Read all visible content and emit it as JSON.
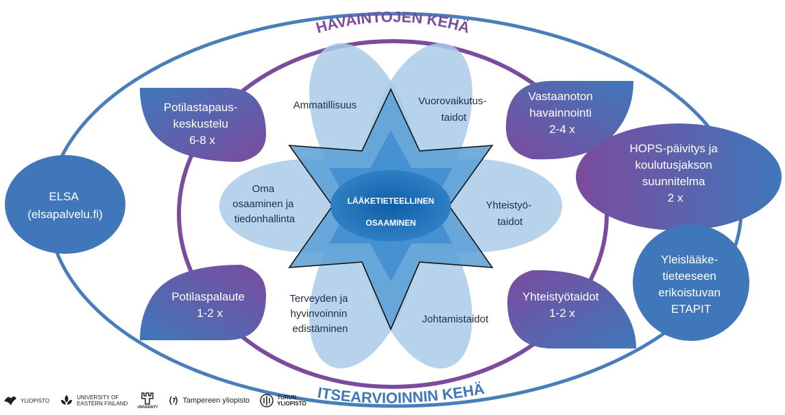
{
  "colors": {
    "outer_ring": "#4a7ebb",
    "inner_ring": "#7b4b9e",
    "petal_light": "#a9cbe8",
    "petal_mid": "#5a9fd6",
    "petal_deep": "#2f7fc5",
    "purple": "#7b4b9e",
    "blue": "#3f77ba"
  },
  "outer_ring": {
    "top_label": "HAVAINTOJEN KEHÄ",
    "bottom_label": "ITSEARVIOINNIN KEHÄ"
  },
  "center": {
    "line1": "LÄÄKETIETEELLINEN",
    "line2": "OSAAMINEN"
  },
  "petals": [
    {
      "id": "top-left",
      "lines": [
        "Ammatillisuus"
      ]
    },
    {
      "id": "top-right",
      "lines": [
        "Vuorovaikutus-",
        "taidot"
      ]
    },
    {
      "id": "left",
      "lines": [
        "Oma",
        "osaaminen ja",
        "tiedonhallinta"
      ]
    },
    {
      "id": "right",
      "lines": [
        "Yhteistyö-",
        "taidot"
      ]
    },
    {
      "id": "bottom-left",
      "lines": [
        "Terveyden ja",
        "hyvinvoinnin",
        "edistäminen"
      ]
    },
    {
      "id": "bottom-right",
      "lines": [
        "Johtamistaidot"
      ]
    }
  ],
  "leaves": [
    {
      "id": "potilastapaus",
      "lines": [
        "Potilastapaus-",
        "keskustelu",
        "6-8 x"
      ]
    },
    {
      "id": "vastaanoton",
      "lines": [
        "Vastaanoton",
        "havainnointi",
        "2-4 x"
      ]
    },
    {
      "id": "potilaspalaute",
      "lines": [
        "Potilaspalaute",
        "1-2 x"
      ]
    },
    {
      "id": "yhteistyotaidot",
      "lines": [
        "Yhteistyötaidot",
        "1-2 x"
      ]
    }
  ],
  "side_ellipses": {
    "elsa": {
      "lines": [
        "ELSA",
        "(elsapalvelu.fi)"
      ]
    },
    "hops": {
      "lines": [
        "HOPS-päivitys ja",
        "koulutusjakson",
        "suunnitelma",
        "2 x"
      ]
    },
    "etapit": {
      "lines": [
        "Yleislääke-",
        "tieteeseen",
        "erikoistuvan",
        "ETAPIT"
      ]
    }
  },
  "logos": [
    {
      "id": "logo-1",
      "text": [
        "YLIOPISTO"
      ]
    },
    {
      "id": "logo-2",
      "text": [
        "UNIVERSITY OF",
        "EASTERN FINLAND"
      ]
    },
    {
      "id": "logo-3",
      "text": [
        "UNIVERSITY"
      ]
    },
    {
      "id": "logo-4",
      "text": [
        "Tampereen yliopisto"
      ]
    },
    {
      "id": "logo-5",
      "text": [
        "TURUN",
        "YLIOPISTO"
      ]
    }
  ]
}
